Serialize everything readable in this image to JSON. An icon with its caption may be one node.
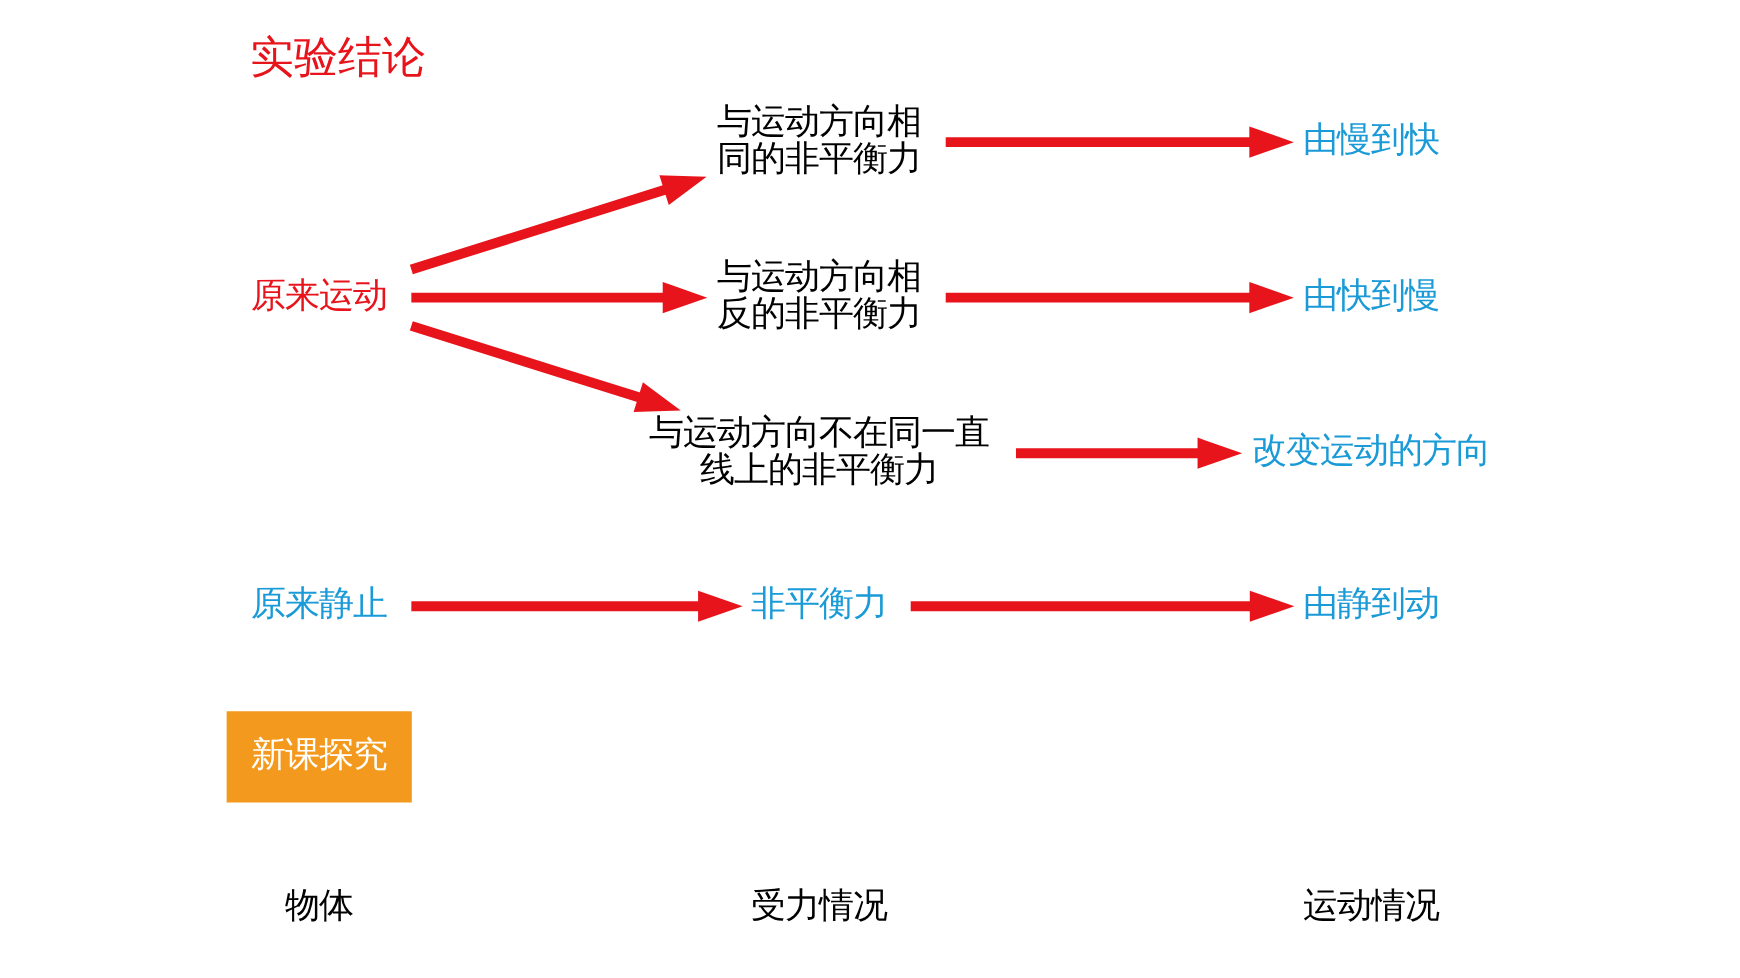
{
  "diagram": {
    "title": "实验结论",
    "nodes": [
      {
        "text": [
          "新课探究"
        ]
      },
      {
        "text": [
          "原来静止"
        ]
      },
      {
        "text": [
          "非平衡力"
        ]
      },
      {
        "text": [
          "由静到动"
        ]
      },
      {
        "text": [
          "与运动方向相同的非平衡力"
        ]
      },
      {
        "text": [
          "由慢到快"
        ]
      },
      {
        "text": [
          "原来运动"
        ]
      },
      {
        "text": [
          "与运动方向相反的非平衡力"
        ]
      },
      {
        "text": [
          "由快到慢"
        ]
      },
      {
        "text": [
          "与运动方向不在同一直线上的非平衡力"
        ]
      },
      {
        "text": [
          "改变运动的方向"
        ]
      }
    ],
    "edges": [
      {
        "from": 1,
        "to": 2,
        "arrow": "to"
      },
      {
        "from": 2,
        "to": 3,
        "arrow": "to"
      },
      {
        "from": 6,
        "to": 4,
        "arrow": "to"
      },
      {
        "from": 4,
        "to": 5,
        "arrow": "to"
      },
      {
        "from": 6,
        "to": 7,
        "arrow": "to"
      },
      {
        "from": 7,
        "to": 8,
        "arrow": "to"
      },
      {
        "from": 6,
        "to": 9,
        "arrow": "to"
      },
      {
        "from": 9,
        "to": 10,
        "arrow": "to"
      }
    ],
    "labels": [
      "物体",
      "受力情况",
      "运动情况"
    ]
  }
}
